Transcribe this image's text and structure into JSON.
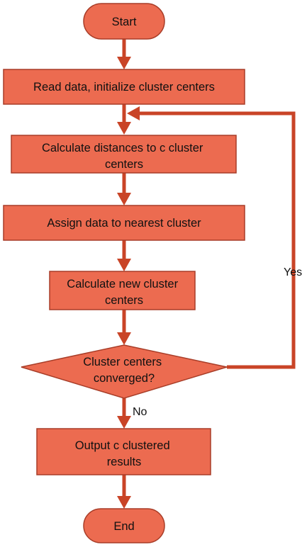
{
  "nodes": {
    "start": {
      "label": "Start"
    },
    "read_data": {
      "label": "Read data, initialize cluster centers"
    },
    "calc_distances": {
      "lines": [
        "Calculate distances to c cluster",
        "centers"
      ]
    },
    "assign": {
      "label": "Assign data to nearest cluster"
    },
    "calc_centers": {
      "lines": [
        "Calculate new cluster",
        "centers"
      ]
    },
    "decision": {
      "lines": [
        "Cluster centers",
        "converged?"
      ]
    },
    "output": {
      "lines": [
        "Output c clustered",
        "results"
      ]
    },
    "end": {
      "label": "End"
    }
  },
  "edges": {
    "yes_label": "Yes",
    "no_label": "No"
  },
  "colors": {
    "shape_fill": "#ec6b50",
    "shape_stroke": "#a83d28",
    "connector": "#c94427",
    "text": "#111111"
  }
}
